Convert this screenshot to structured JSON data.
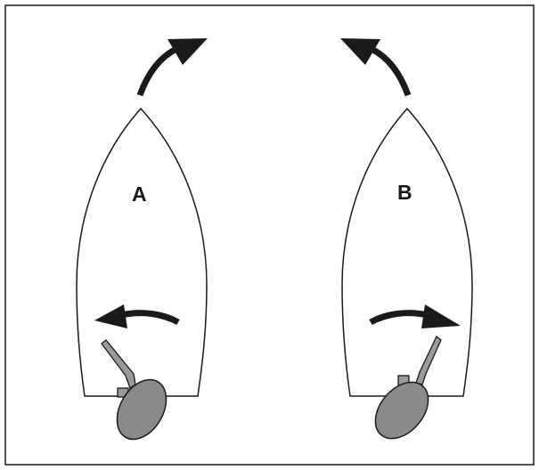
{
  "colors": {
    "frame": "#1a1a1a",
    "hull_outline": "#1a1a1a",
    "arrow": "#1a1a1a",
    "motor_fill": "#8a8a8a",
    "motor_outline": "#1a1a1a",
    "background": "#ffffff"
  },
  "boats": [
    {
      "label": "A",
      "bow_turn": "right",
      "tiller_push": "left",
      "motor": "outboard-motor-icon"
    },
    {
      "label": "B",
      "bow_turn": "left",
      "tiller_push": "right",
      "motor": "outboard-motor-icon"
    }
  ]
}
